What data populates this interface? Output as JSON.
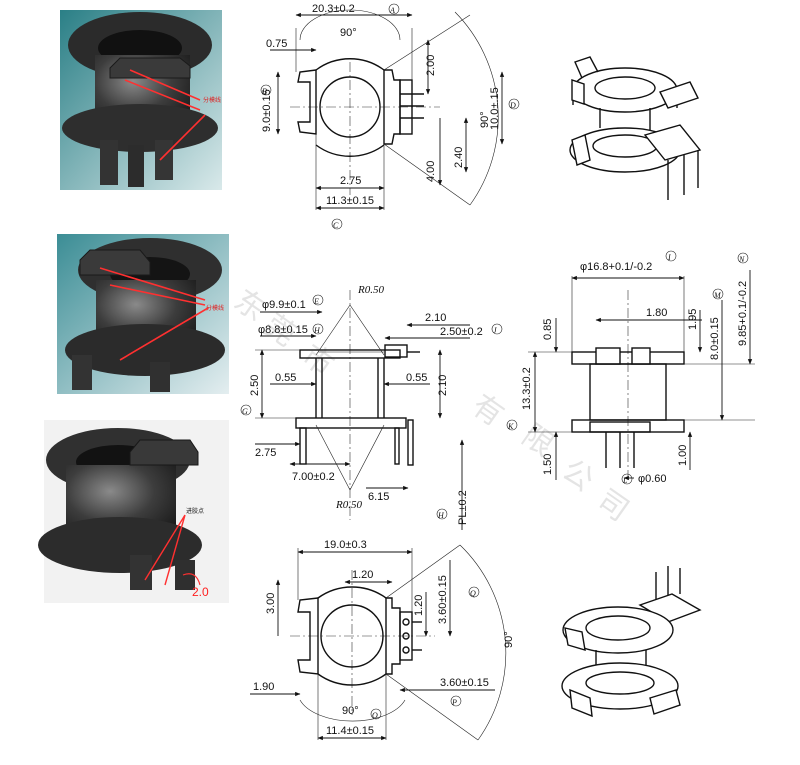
{
  "photos": {
    "photo1": {
      "label": "分模线"
    },
    "photo2": {
      "label": "分模线"
    },
    "photo3": {
      "label": "进胶点",
      "mark": "2.0"
    }
  },
  "top_view": {
    "width": "20.3±0.2",
    "width_ref": "A",
    "angle": "90°",
    "edge": "0.75",
    "pin_gap": "2.00",
    "height_left": "9.0±0.15",
    "height_left_ref": "B",
    "angle_right": "90°",
    "height_right": "10.0±.15",
    "height_right_ref": "D",
    "pitch": "2.40",
    "pin_off": "4.00",
    "inner": "2.75",
    "bottom": "11.3±0.15",
    "bottom_ref": "C"
  },
  "side_view": {
    "radius_top": "R0.50",
    "radius_bottom": "R0.50",
    "dia_outer": "φ9.9±0.1",
    "dia_outer_ref": "E",
    "dia_inner": "φ8.8±0.15",
    "dia_inner_ref": "H",
    "pin_top": "2.10",
    "pin_width": "2.50±0.2",
    "pin_width_ref": "J",
    "flange_h": "2.50",
    "flange_h_ref": "G",
    "wall_left": "0.55",
    "wall_right": "0.55",
    "gap_right": "2.10",
    "base_left": "2.75",
    "base_width": "7.00±0.2",
    "pin_len": "6.15",
    "pin_pl": "PL±0.2",
    "pin_pl_ref": "H"
  },
  "front_view": {
    "width": "φ16.8+0.1/-0.2",
    "width_ref": "I",
    "total_h": "9.85+0.1/-0.2",
    "total_h_ref": "N",
    "body_h": "8.0±0.15",
    "body_h_ref": "M",
    "pin_step": "1.80",
    "flange_t": "0.85",
    "side_gap": "1.95",
    "overall": "13.3±0.2",
    "overall_ref": "K",
    "pin_bottom": "1.50",
    "pin_right": "1.00",
    "pin_dia": "φ0.60",
    "pin_dia_ref": "L"
  },
  "bottom_view": {
    "width": "19.0±0.3",
    "gap": "1.20",
    "left_h": "3.00",
    "pin_pitch": "1.20",
    "slot": "3.60±0.15",
    "slot_ref": "Q",
    "angle": "90°",
    "left_low": "1.90",
    "slot2": "3.60±0.15",
    "slot2_ref": "P",
    "angle_bottom": "90°",
    "bottom_w": "11.4±0.15",
    "bottom_w_ref": "O"
  },
  "watermark": [
    "东",
    "莞",
    "市",
    "有",
    "限",
    "公",
    "司"
  ]
}
